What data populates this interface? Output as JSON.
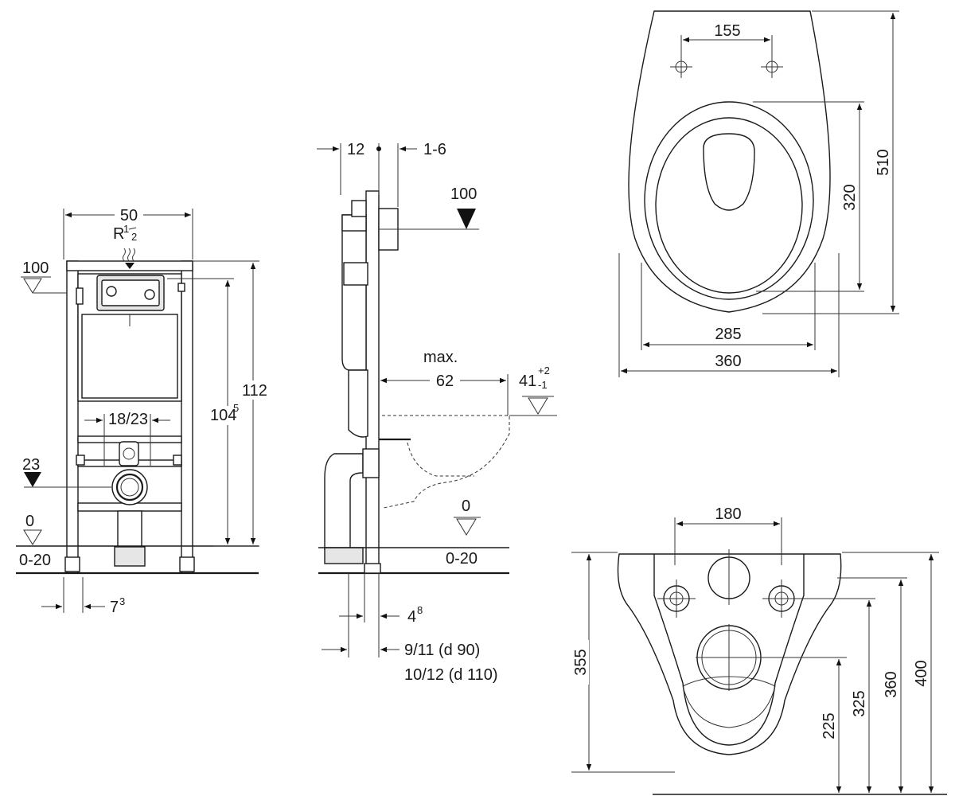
{
  "front_view": {
    "width": "50",
    "thread_r": "R",
    "thread_sup": "1",
    "thread_sub": "2",
    "level_top": "100",
    "level_drain": "23",
    "level_zero": "0",
    "floor_range": "0-20",
    "pipe_spacing": "18/23",
    "height_total": "112",
    "height_button": "104",
    "height_button_sup": "5",
    "leg_offset": "7",
    "leg_offset_sup": "3"
  },
  "side_view": {
    "gap_left": "12",
    "gap_right": "1-6",
    "level_top": "100",
    "max_label": "max.",
    "max_depth": "62",
    "bowl_height": "41",
    "bowl_tol_plus": "+2",
    "bowl_tol_minus": "-1",
    "level_zero": "0",
    "floor_range": "0-20",
    "offset_a": "4",
    "offset_a_sup": "8",
    "offset_b": "9/11 (d 90)",
    "offset_c": "10/12 (d 110)"
  },
  "top_view": {
    "bolt_spacing": "155",
    "seat_length": "320",
    "total_length": "510",
    "inner_width": "285",
    "outer_width": "360"
  },
  "back_view": {
    "hole_spacing": "180",
    "height_355": "355",
    "height_225": "225",
    "height_325": "325",
    "height_360": "360",
    "height_400": "400"
  }
}
